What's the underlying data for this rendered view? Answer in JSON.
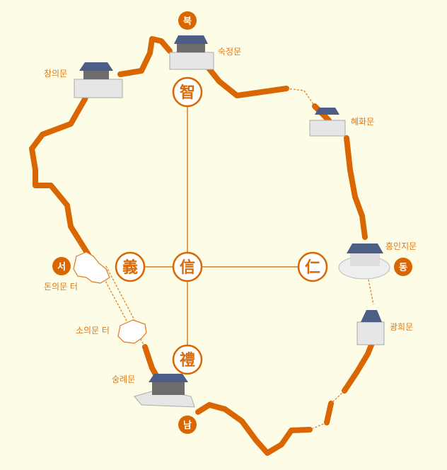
{
  "colors": {
    "background": "#fdfce6",
    "wall": "#d96600",
    "accent": "#e07a1a"
  },
  "directions": {
    "north": "북",
    "south": "남",
    "east": "동",
    "west": "서"
  },
  "virtues": {
    "north": "智",
    "south": "禮",
    "east": "仁",
    "west": "義",
    "center": "信"
  },
  "gates": {
    "sukjeongmun": "숙정문",
    "changuimun": "창의문",
    "hyehwamun": "혜화문",
    "heunginjimun": "흥인지문",
    "gwanghuimun": "광희문",
    "sungnyemun": "숭례문",
    "donuimun": "돈의문 터",
    "souimun": "소의문 터"
  }
}
